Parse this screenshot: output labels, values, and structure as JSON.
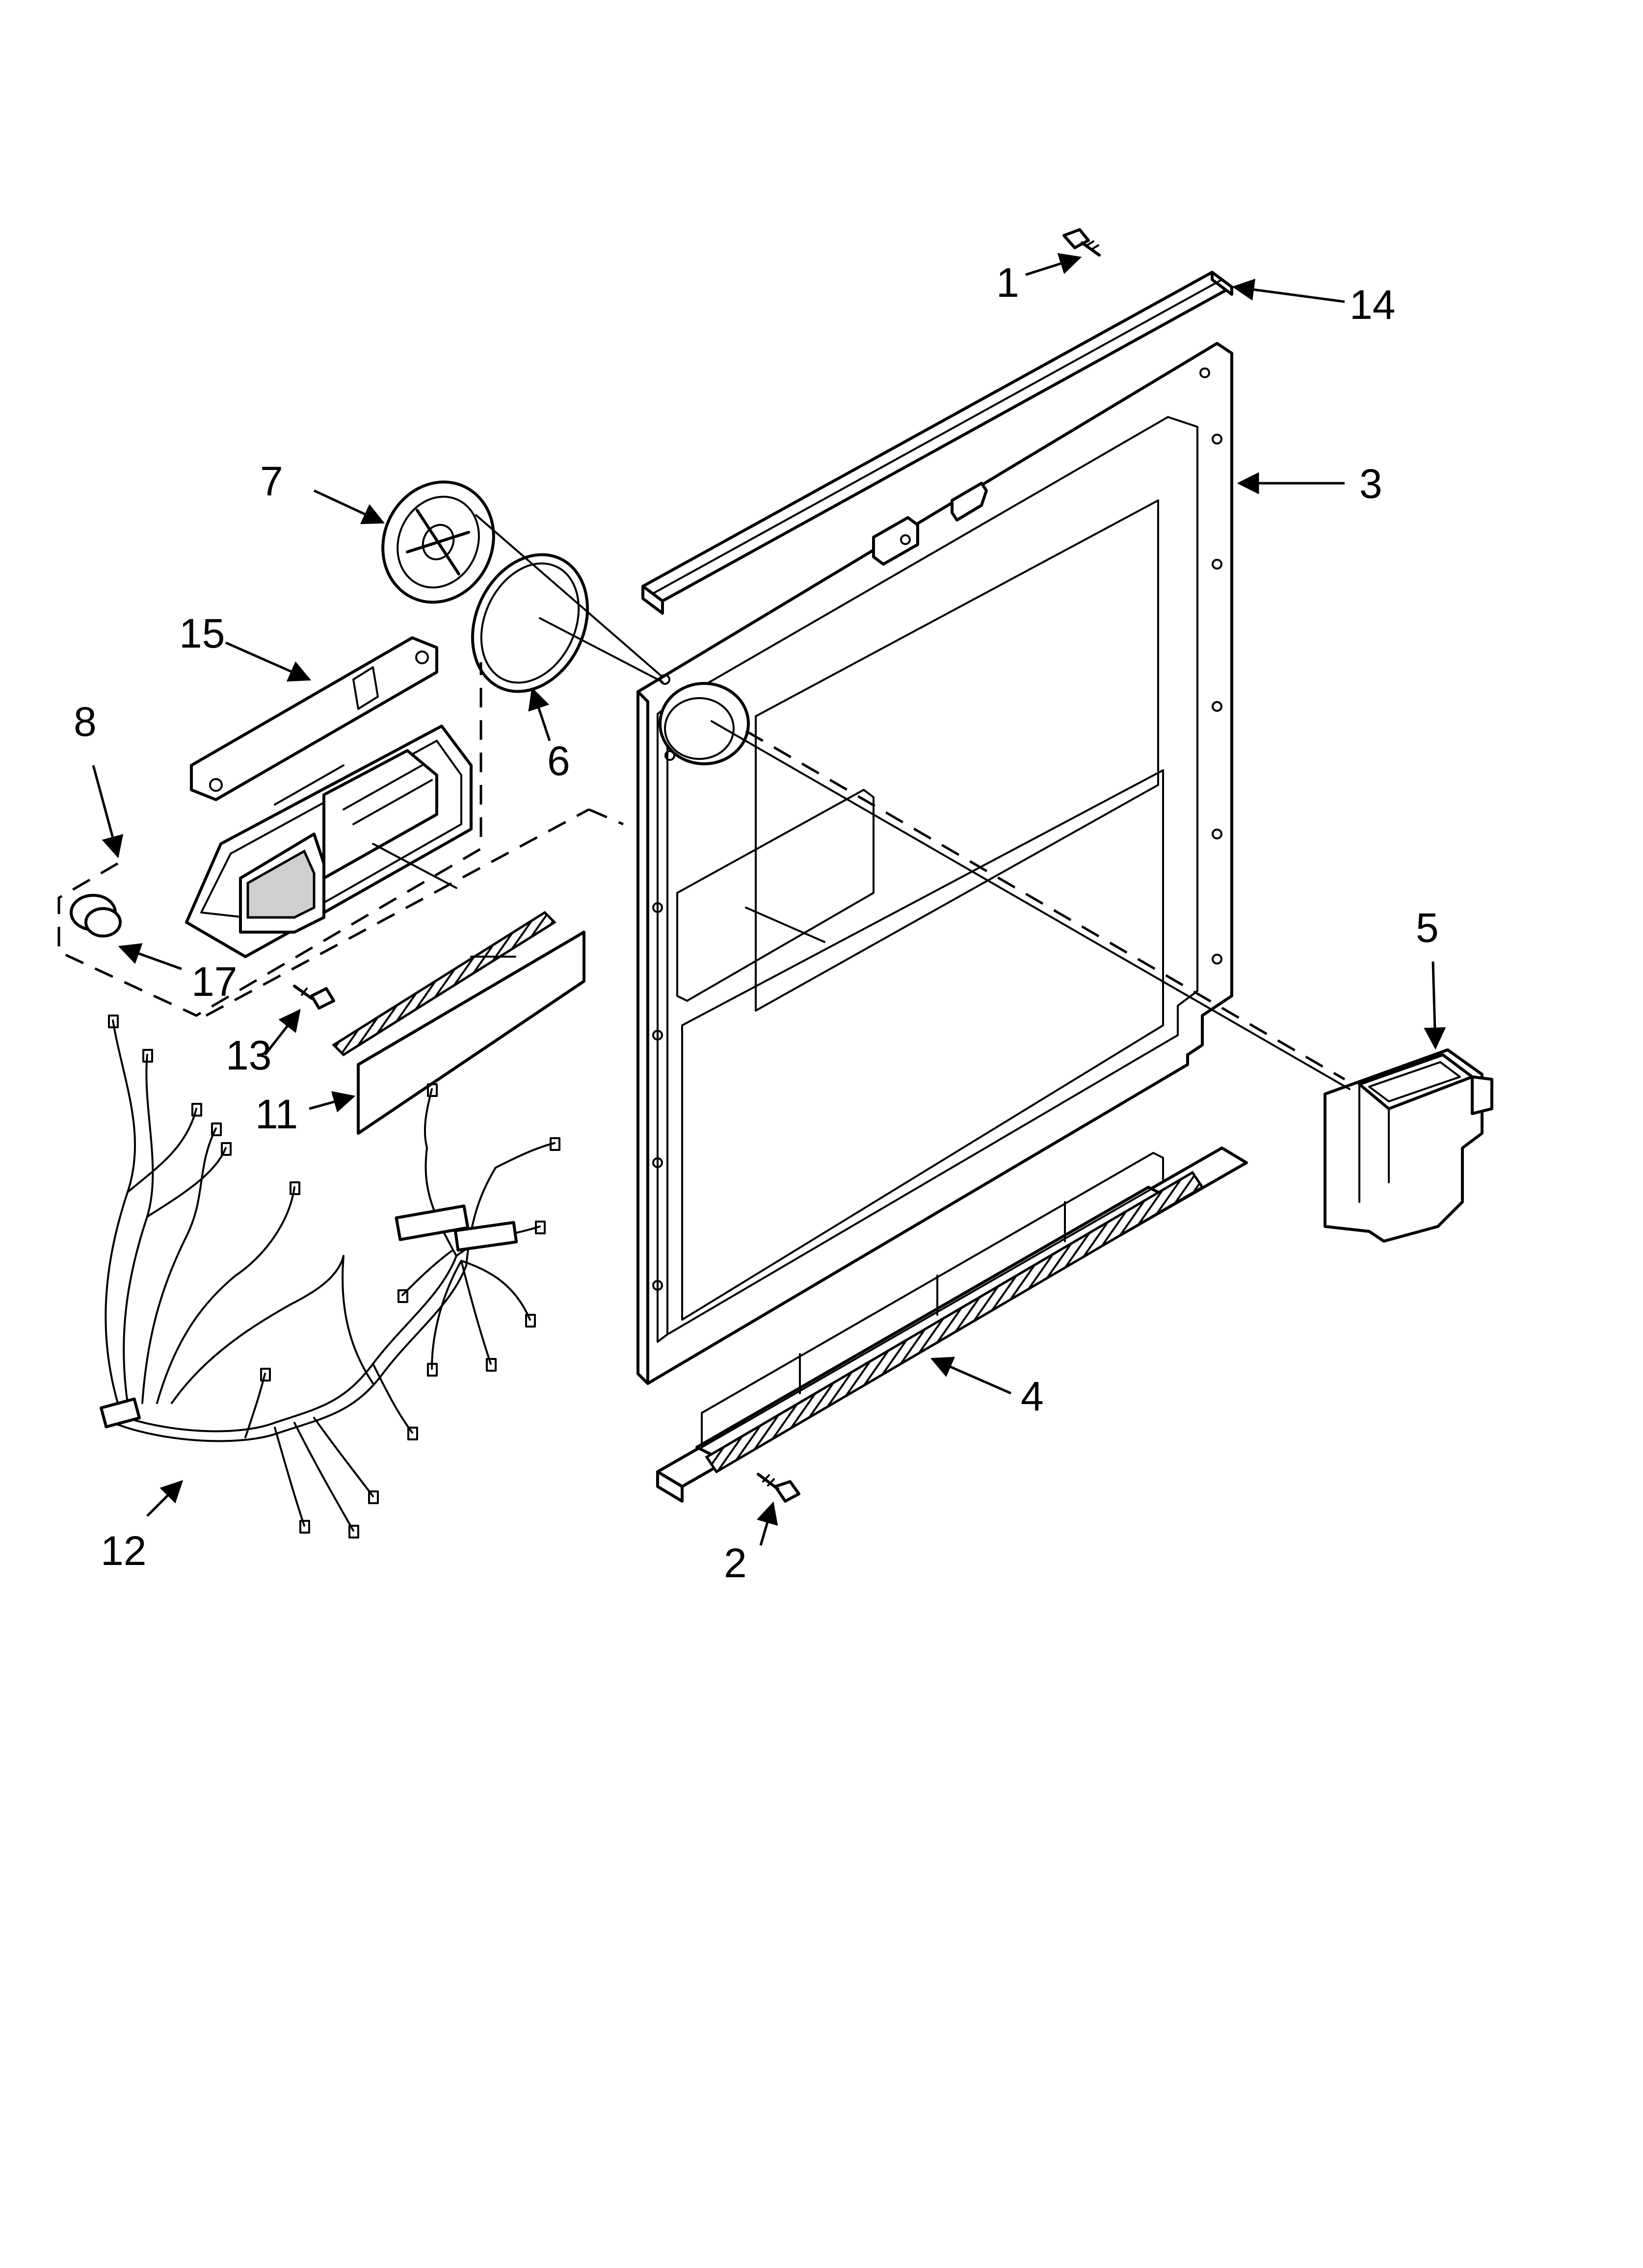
{
  "callouts": [
    {
      "id": "1",
      "label": "1"
    },
    {
      "id": "2",
      "label": "2"
    },
    {
      "id": "3",
      "label": "3"
    },
    {
      "id": "4",
      "label": "4"
    },
    {
      "id": "5",
      "label": "5"
    },
    {
      "id": "6",
      "label": "6"
    },
    {
      "id": "7",
      "label": "7"
    },
    {
      "id": "8",
      "label": "8"
    },
    {
      "id": "11",
      "label": "11"
    },
    {
      "id": "12",
      "label": "12"
    },
    {
      "id": "13",
      "label": "13"
    },
    {
      "id": "14",
      "label": "14"
    },
    {
      "id": "15",
      "label": "15"
    },
    {
      "id": "17",
      "label": "17"
    }
  ]
}
